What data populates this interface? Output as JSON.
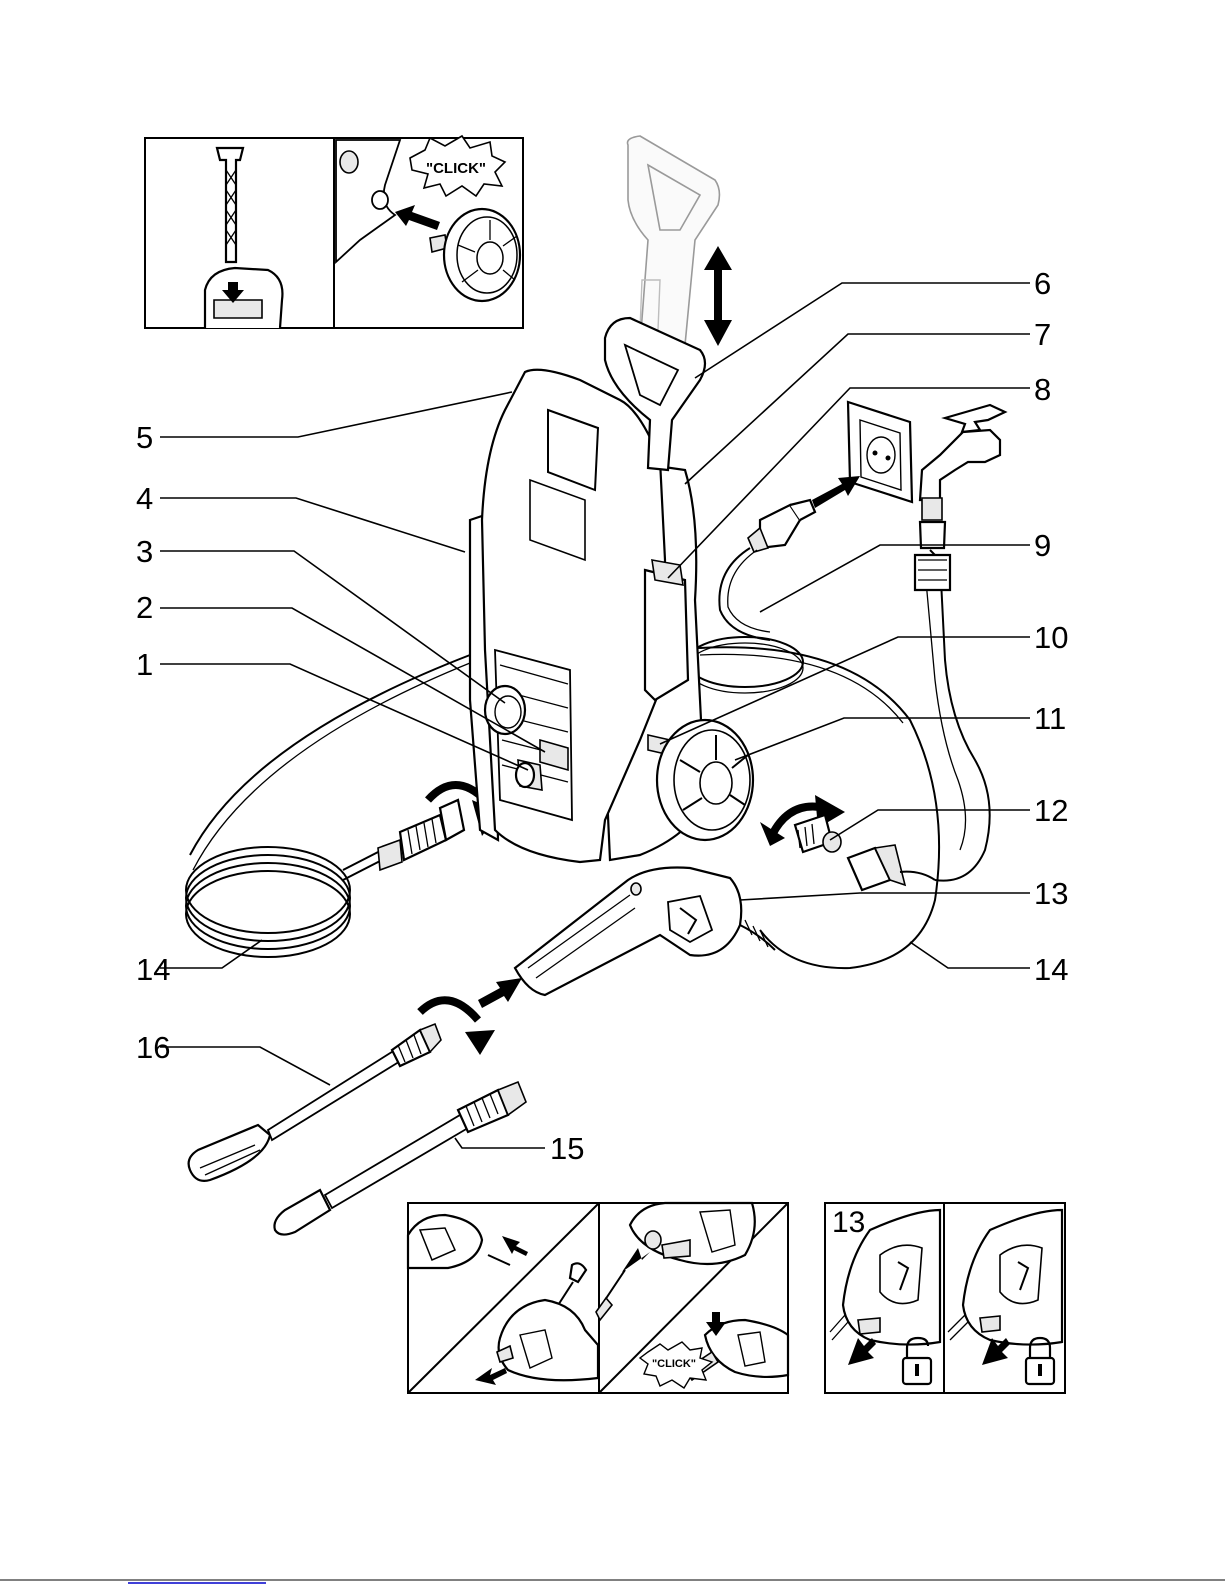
{
  "callouts": [
    {
      "id": "c1",
      "text": "1"
    },
    {
      "id": "c2",
      "text": "2"
    },
    {
      "id": "c3",
      "text": "3"
    },
    {
      "id": "c4",
      "text": "4"
    },
    {
      "id": "c5",
      "text": "5"
    },
    {
      "id": "c6",
      "text": "6"
    },
    {
      "id": "c7",
      "text": "7"
    },
    {
      "id": "c8",
      "text": "8"
    },
    {
      "id": "c9",
      "text": "9"
    },
    {
      "id": "c10",
      "text": "10"
    },
    {
      "id": "c11",
      "text": "11"
    },
    {
      "id": "c12",
      "text": "12"
    },
    {
      "id": "c13",
      "text": "13"
    },
    {
      "id": "c14a",
      "text": "14"
    },
    {
      "id": "c14b",
      "text": "14"
    },
    {
      "id": "c15",
      "text": "15"
    },
    {
      "id": "c16",
      "text": "16"
    }
  ],
  "insets": {
    "wheel_click": "\"CLICK\"",
    "gun_click": "\"CLICK\"",
    "lock_panel_label": "13"
  },
  "colors": {
    "line": "#000000",
    "ghost_handle": "#9a9a9a",
    "footer_link": "#0000cc"
  },
  "icons": [
    "padlock-open-icon",
    "padlock-closed-icon",
    "power-socket-icon",
    "water-tap-icon"
  ]
}
